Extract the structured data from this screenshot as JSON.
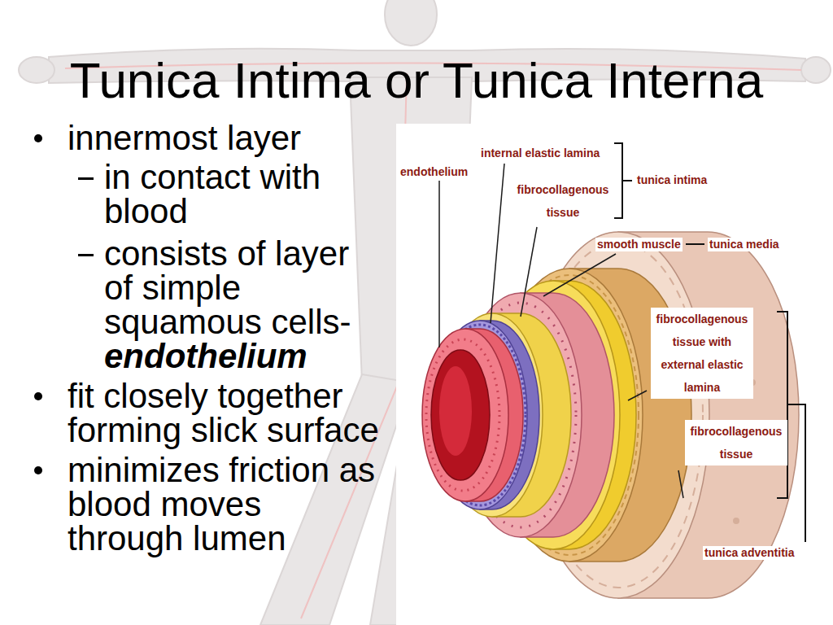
{
  "diagram": {
    "title": "Tunica Intima or Tunica Interna",
    "labels": [
      "innermost layer",
      "in contact with blood",
      "consists of layer of simple squamous cells-",
      "endothelium",
      "fit closely together forming slick surface",
      "minimizes friction as blood moves through lumen",
      "endothelium",
      "internal elastic lamina",
      "fibrocollagenous tissue",
      "tunica intima",
      "smooth muscle",
      "tunica media",
      "fibrocollagenous tissue with external elastic lamina",
      "fibrocollagenous tissue",
      "tunica adventitia"
    ]
  }
}
